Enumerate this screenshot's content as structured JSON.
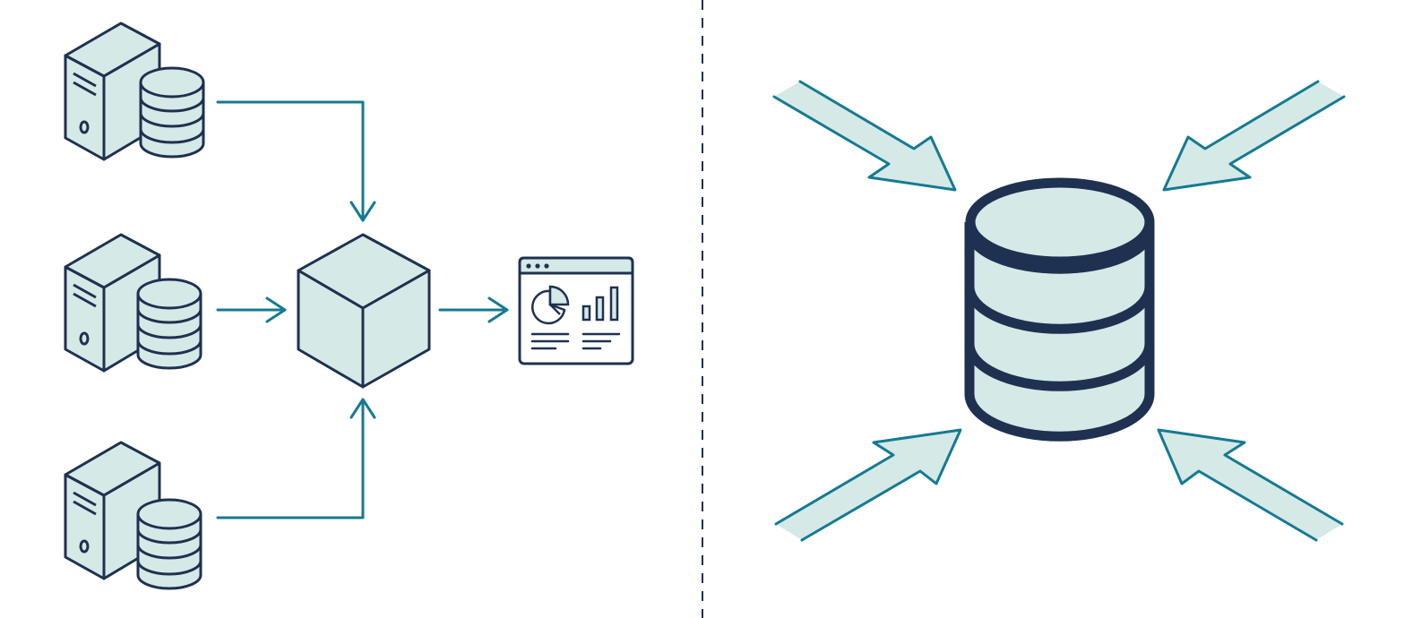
{
  "colors": {
    "outline": "#1e3150",
    "accent": "#157a92",
    "fill": "#d5e9e7",
    "background": "#ffffff"
  },
  "left_panel": {
    "sources": [
      {
        "icon": "server-database-icon"
      },
      {
        "icon": "server-database-icon"
      },
      {
        "icon": "server-database-icon"
      }
    ],
    "processor": {
      "icon": "cube-icon"
    },
    "output": {
      "icon": "dashboard-report-icon"
    }
  },
  "divider": {
    "style": "dashed"
  },
  "right_panel": {
    "store": {
      "icon": "database-cylinder-icon",
      "layers": 4
    },
    "inbound_arrows": 4
  }
}
